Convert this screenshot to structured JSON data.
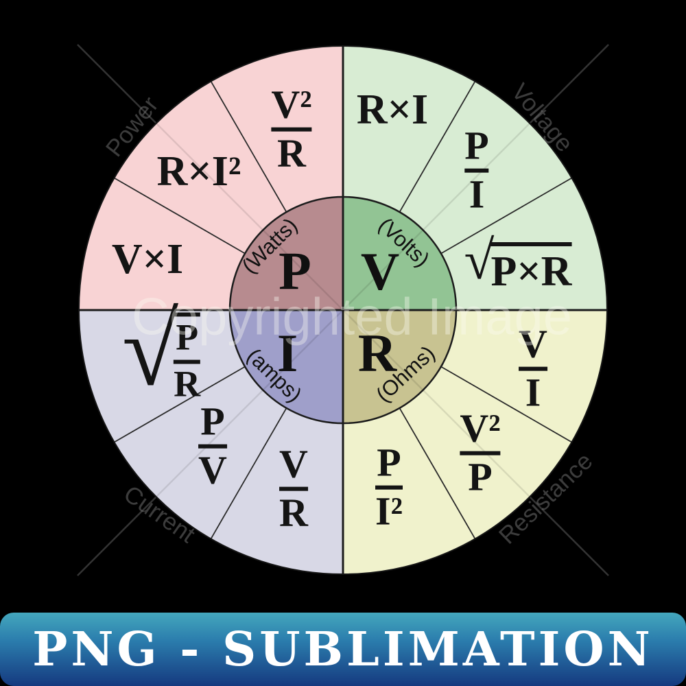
{
  "watermarks": {
    "center": "Copyrighted Image",
    "top_left": "Power",
    "top_right": "Voltage",
    "bottom_left": "Current",
    "bottom_right": "Resistance"
  },
  "banner": {
    "label": "PNG - SUBLIMATION",
    "gradient_top": "#44a7bd",
    "gradient_bottom": "#15397f",
    "text_color": "#ffffff"
  },
  "wheel": {
    "radical_symbol": "√",
    "ink_color": "#141414",
    "quadrants": [
      {
        "id": "power",
        "letter": "P",
        "unit": "(Watts)",
        "outer_color": "#f8d3d4",
        "inner_color": "#b78b8f",
        "formulas": {
          "f1": "V×I",
          "f2": "R×I²",
          "f3_num": "V²",
          "f3_den": "R"
        }
      },
      {
        "id": "voltage",
        "letter": "V",
        "unit": "(Volts)",
        "outer_color": "#d8ecd3",
        "inner_color": "#92c494",
        "formulas": {
          "f1": "R×I",
          "f2_num": "P",
          "f2_den": "I",
          "f3_sqrt": "P×R"
        }
      },
      {
        "id": "current",
        "letter": "I",
        "unit": "(amps)",
        "outer_color": "#d8d8e6",
        "inner_color": "#9f9fca",
        "formulas": {
          "f1_sqrt_num": "P",
          "f1_sqrt_den": "R",
          "f2_num": "P",
          "f2_den": "V",
          "f3_num": "V",
          "f3_den": "R"
        }
      },
      {
        "id": "resistance",
        "letter": "R",
        "unit": "(Ohms)",
        "outer_color": "#f0f2cc",
        "inner_color": "#c8c391",
        "formulas": {
          "f1_num": "V",
          "f1_den": "I",
          "f2_num": "V²",
          "f2_den": "P",
          "f3_num": "P",
          "f3_den": "I²"
        }
      }
    ]
  }
}
